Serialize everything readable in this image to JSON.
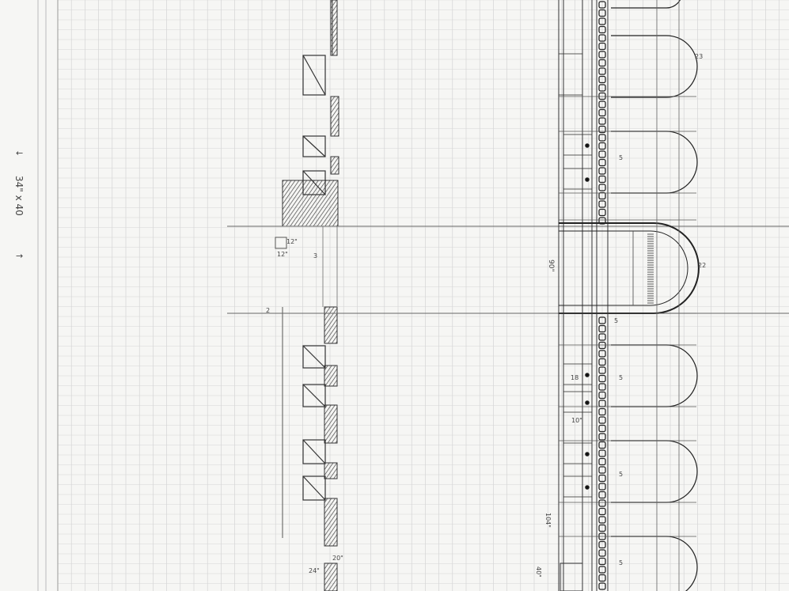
{
  "sheet": {
    "size_note": "34\" x 40",
    "arrow_top": "←",
    "arrow_bottom": "→"
  },
  "dimensions": {
    "d_12": "12\"",
    "d_12b": "12\"",
    "d_2": "2",
    "d_3": "3",
    "d_90": "90\"",
    "d_20": "20\"",
    "d_24": "24\"",
    "d_23": "23",
    "d_18": "18",
    "d_22": "22",
    "d_10": "10\"",
    "d_104": "104\"",
    "d_40": "40\"",
    "d_5a": "5",
    "d_5b": "5",
    "d_5c": "5",
    "d_5d": "5",
    "d_5e": "5"
  },
  "colors": {
    "paper": "#f6f6f4",
    "grid": "#c9c9c9",
    "pencil": "#333333",
    "hatch": "#555555"
  }
}
